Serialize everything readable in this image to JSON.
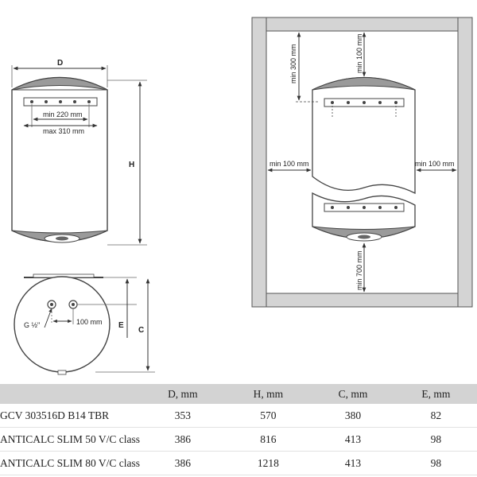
{
  "drawing": {
    "labels": {
      "D": "D",
      "H": "H",
      "min_220": "min 220 mm",
      "max_310": "max 310 mm",
      "E": "E",
      "C": "C",
      "G": "G ½\"",
      "mm_100": "100 mm",
      "min_300": "min 300 mm",
      "min_100_top": "min 100 mm",
      "min_100_left": "min 100 mm",
      "min_100_right": "min 100 mm",
      "min_700": "min 700 mm"
    }
  },
  "table": {
    "headers": [
      "",
      "D, mm",
      "H, mm",
      "C, mm",
      "E, mm"
    ],
    "rows": [
      [
        "GCV 303516D B14 TBR",
        "353",
        "570",
        "380",
        "82"
      ],
      [
        "ANTICALC SLIM 50 V/C class",
        "386",
        "816",
        "413",
        "98"
      ],
      [
        "ANTICALC SLIM 80 V/C class",
        "386",
        "1218",
        "413",
        "98"
      ]
    ]
  }
}
